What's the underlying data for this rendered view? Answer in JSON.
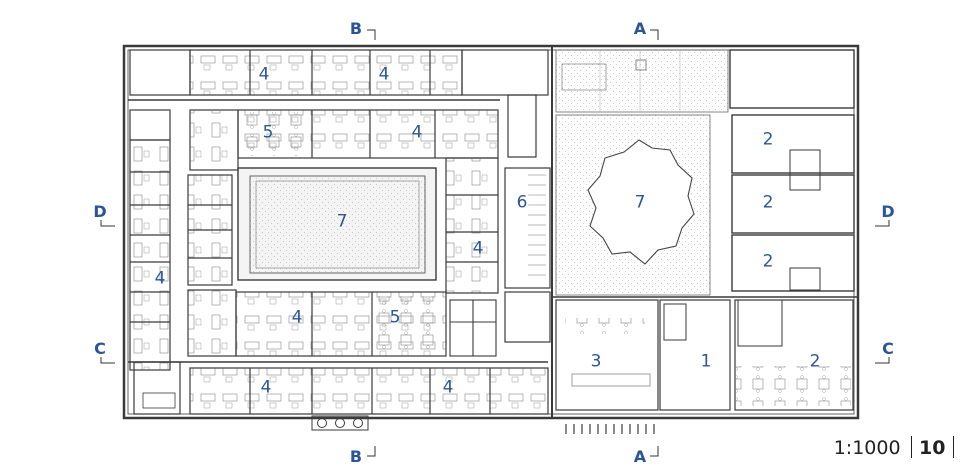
{
  "plan": {
    "room_labels": {
      "r4_top_a": "4",
      "r4_top_b": "4",
      "r5_top": "5",
      "r4_top_c": "4",
      "r7_court": "7",
      "r6": "6",
      "r4_right": "4",
      "r4_left": "4",
      "r4_mid_a": "4",
      "r5_mid": "5",
      "r4_bot_a": "4",
      "r4_bot_b": "4",
      "r7_round": "7",
      "r2_a": "2",
      "r2_b": "2",
      "r2_c": "2",
      "r3": "3",
      "r1": "1",
      "r2_d": "2"
    },
    "section_markers": {
      "b_top": "B",
      "a_top": "A",
      "d_left": "D",
      "d_right": "D",
      "c_left": "C",
      "c_right": "C",
      "b_bottom": "B",
      "a_bottom": "A"
    },
    "scale": {
      "ratio": "1:1000",
      "page": "10"
    },
    "colors": {
      "label": "#2b5597",
      "wall": "#3a3a3a",
      "furniture": "#8a8a8a"
    }
  }
}
